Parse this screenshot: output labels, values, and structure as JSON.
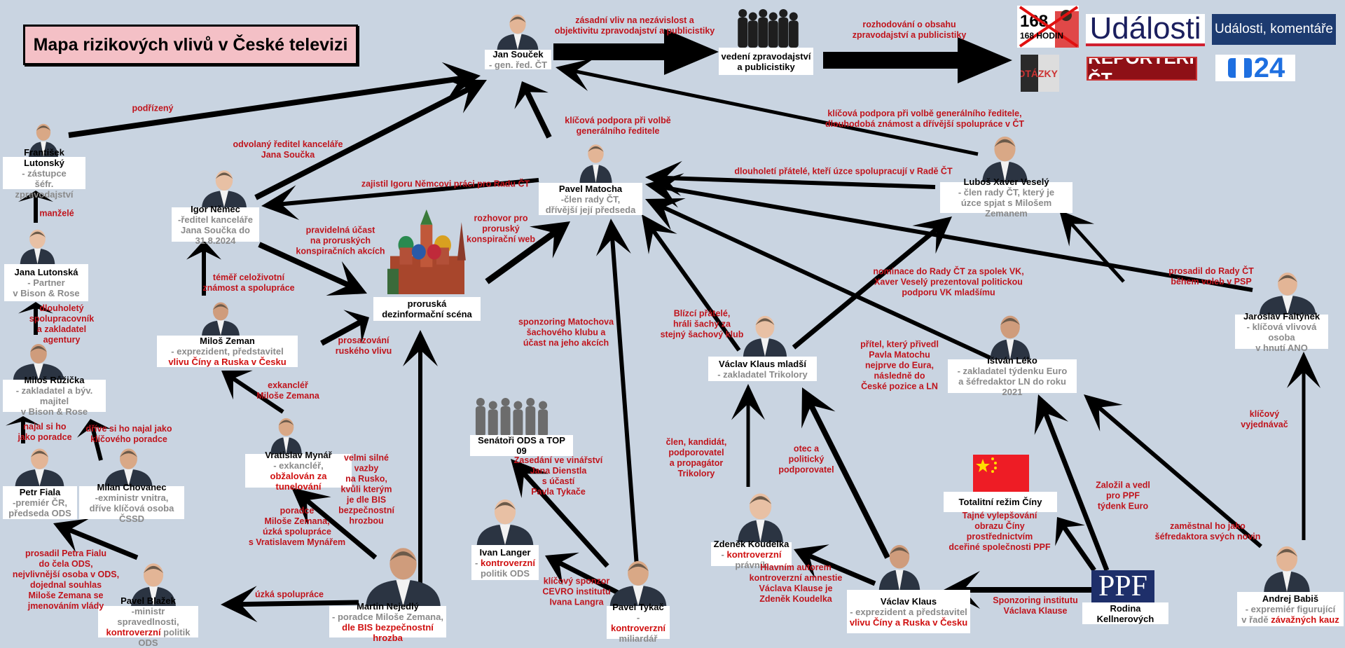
{
  "title": "Mapa rizikových vlivů v České televizi",
  "media": {
    "hodin_168": "168 HODIN",
    "udalosti": "Události",
    "udalosti_komentare": "Události, komentáře",
    "otazky": "OTÁZKY",
    "reporteri": "REPORTÉŘI ČT",
    "ct24": "24"
  },
  "ppf_logo": "PPF",
  "nodes": {
    "soucek": {
      "name": "Jan Souček",
      "lines": [
        [
          {
            "t": "- gen. řed. ČT",
            "c": "g"
          }
        ]
      ]
    },
    "vedeni": {
      "name": "vedení zpravodajství\na publicistiky",
      "lines": []
    },
    "flutonsky": {
      "name": "František Lutonský",
      "lines": [
        [
          {
            "t": "- zástupce",
            "c": "g"
          }
        ],
        [
          {
            "t": "šéfr. zpravodajství",
            "c": "g"
          }
        ]
      ]
    },
    "jlutonska": {
      "name": "Jana Lutonská",
      "lines": [
        [
          {
            "t": "- Partner",
            "c": "g"
          }
        ],
        [
          {
            "t": "v Bison & Rose",
            "c": "g"
          }
        ]
      ]
    },
    "ruzicka": {
      "name": "Miloš Růžička",
      "lines": [
        [
          {
            "t": "- zakladatel a býv. majitel",
            "c": "g"
          }
        ],
        [
          {
            "t": "v Bison & Rose",
            "c": "g"
          }
        ]
      ]
    },
    "fiala": {
      "name": "Petr Fiala",
      "lines": [
        [
          {
            "t": "-premiér ČR,",
            "c": "g"
          }
        ],
        [
          {
            "t": "předseda ODS",
            "c": "g"
          }
        ]
      ]
    },
    "chovanec": {
      "name": "Milan Chovanec",
      "lines": [
        [
          {
            "t": "-exministr vnitra,",
            "c": "g"
          }
        ],
        [
          {
            "t": "dříve klíčová osoba ČSSD",
            "c": "g"
          }
        ]
      ]
    },
    "nemec": {
      "name": "Igor Němec",
      "lines": [
        [
          {
            "t": "-ředitel kanceláře",
            "c": "g"
          }
        ],
        [
          {
            "t": "Jana Součka do 31.8.2024",
            "c": "g"
          }
        ]
      ]
    },
    "zeman": {
      "name": "Miloš Zeman",
      "lines": [
        [
          {
            "t": "- exprezident, představitel",
            "c": "g"
          }
        ],
        [
          {
            "t": "vlivu Číny a Ruska v Česku",
            "c": "r"
          }
        ]
      ]
    },
    "kreml": {
      "name": "proruská\ndezinformační scéna",
      "lines": []
    },
    "matocha": {
      "name": "Pavel Matocha",
      "lines": [
        [
          {
            "t": "-člen rady ČT,",
            "c": "g"
          }
        ],
        [
          {
            "t": "dřívější její předseda",
            "c": "g"
          }
        ]
      ]
    },
    "vesely": {
      "name": "Luboš Xaver Veselý",
      "lines": [
        [
          {
            "t": "- člen rady ČT, který je",
            "c": "g"
          }
        ],
        [
          {
            "t": "úzce spjat s Milošem Zemanem",
            "c": "g"
          }
        ]
      ]
    },
    "klausml": {
      "name": "Václav Klaus mladší",
      "lines": [
        [
          {
            "t": "- zakladatel Trikolory",
            "c": "g"
          }
        ]
      ]
    },
    "leko": {
      "name": "Ištván Léko",
      "lines": [
        [
          {
            "t": "- zakladatel týdenku Euro",
            "c": "g"
          }
        ],
        [
          {
            "t": "a šéfredaktor LN do roku 2021",
            "c": "g"
          }
        ]
      ]
    },
    "faltynek": {
      "name": "Jaroslav Faltýnek",
      "lines": [
        [
          {
            "t": "- klíčová vlivová osoba",
            "c": "g"
          }
        ],
        [
          {
            "t": "v hnutí ANO",
            "c": "g"
          }
        ]
      ]
    },
    "mynar": {
      "name": "Vratislav Mynář",
      "lines": [
        [
          {
            "t": "- exkancléř,",
            "c": "g"
          }
        ],
        [
          {
            "t": "obžalován za tunelování",
            "c": "r"
          }
        ]
      ]
    },
    "senatori": {
      "name": "Senátoři ODS a TOP 09",
      "lines": []
    },
    "langer": {
      "name": "Ivan Langer",
      "lines": [
        [
          {
            "t": "- ",
            "c": "g"
          },
          {
            "t": "kontroverzní",
            "c": "r"
          }
        ],
        [
          {
            "t": "politik ODS",
            "c": "g"
          }
        ]
      ]
    },
    "nejedly": {
      "name": "Martin Nejedlý",
      "lines": [
        [
          {
            "t": "- poradce Miloše Zemana,",
            "c": "g"
          }
        ],
        [
          {
            "t": "dle BIS bezpečnostní hrozba",
            "c": "r"
          }
        ]
      ]
    },
    "blazek": {
      "name": "Pavel Blažek",
      "lines": [
        [
          {
            "t": "-ministr spravedlnosti,",
            "c": "g"
          }
        ],
        [
          {
            "t": "kontroverzní",
            "c": "r"
          },
          {
            "t": " politik ODS",
            "c": "g"
          }
        ]
      ]
    },
    "tykac": {
      "name": "Pavel Tykač",
      "lines": [
        [
          {
            "t": "- ",
            "c": "g"
          },
          {
            "t": "kontroverzní",
            "c": "r"
          }
        ],
        [
          {
            "t": "miliardář",
            "c": "g"
          }
        ]
      ]
    },
    "koudelka": {
      "name": "Zdeněk Koudelka",
      "lines": [
        [
          {
            "t": "- ",
            "c": "g"
          },
          {
            "t": "kontroverzní",
            "c": "r"
          },
          {
            "t": " právník",
            "c": "g"
          }
        ]
      ]
    },
    "klaus": {
      "name": "Václav Klaus",
      "lines": [
        [
          {
            "t": "- exprezident a představitel",
            "c": "g"
          }
        ],
        [
          {
            "t": "vlivu Číny a Ruska v Česku",
            "c": "r"
          }
        ]
      ]
    },
    "cina": {
      "name": "Totalitní režim Číny",
      "lines": []
    },
    "ppf": {
      "name": "Rodina Kellnerových",
      "lines": []
    },
    "babis": {
      "name": "Andrej Babiš",
      "lines": [
        [
          {
            "t": "- expremiér figurující",
            "c": "g"
          }
        ],
        [
          {
            "t": "v řadě ",
            "c": "g"
          },
          {
            "t": "závažných kauz",
            "c": "r"
          }
        ]
      ]
    }
  },
  "edge_labels": [
    "zásadní vliv na nezávislost a\nobjektivitu zpravodajství a publicistiky",
    "rozhodování o obsahu\nzpravodajství a publicistiky",
    "podřízený",
    "odvolaný ředitel kanceláře\nJana Součka",
    "klíčová podpora při volbě\ngenerálního ředitele",
    "klíčová podpora při volbě generálního ředitele,\ndlouhodobá známost a dřívější spolupráce v ČT",
    "zajistil Igoru Němcovi práci pro Radu ČT",
    "dlouholetí přátelé, kteří úzce spolupracují v Radě ČT",
    "manželé",
    "pravidelná účast\nna proruských\nkonspiračních akcích",
    "rozhovor pro\nproruský\nkonspirační web",
    "téměř celoživotní\nznámost a spolupráce",
    "dlouholetý\nspolupracovník\na zakladatel\nagentury",
    "prosazování\nruského vlivu",
    "sponzoring Matochova\nšachového klubu a\núčast na jeho akcích",
    "Blízcí přátelé,\nhráli šachy za\nstejný šachový klub",
    "nominace do Rady ČT za spolek VK,\nXaver Veselý prezentoval politickou\npodporu VK mladšímu",
    "prosadil do Rady ČT\nběhem voleb v PSP",
    "přítel, který přivedl\nPavla Matochu\nnejprve do Eura,\nnásledně do\nČeské pozice a LN",
    "exkancléř\nMiloše Zemana",
    "najal si ho\njako poradce",
    "dříve si ho najal jako\nklíčového poradce",
    "klíčový\nvyjednávač",
    "člen, kandidát,\npodporovatel\na propagátor\nTrikolory",
    "otec a\npolitický\npodporovatel",
    "Založil a vedl\npro PPF\ntýdenk Euro",
    "velmi silné\nvazby\nna Rusko,\nkvůli kterým\nje dle BIS\nbezpečnostní\nhrozbou",
    "Zasedání ve vinářství\nJana Dienstla\ns účastí\nPavla Tykače",
    "poradce\nMiloše Zemana,\núzká spolupráce\ns Vratislavem Mynářem",
    "Tajné vylepšování\nobrazu Číny\nprostřednictvím\ndceřiné společnosti PPF",
    "zaměstnal ho jako\nšéfredaktora svých novin",
    "prosadil Petra Fialu\ndo čela ODS,\nnejvlivnější osoba v ODS,\ndojednal souhlas\nMiloše Zemana se\njmenováním vlády",
    "úzká spolupráce",
    "klíčový sponzor\nCEVRO institutu\nIvana Langra",
    "Hlavním autorem\nkontroverzní amnestie\nVáclava Klause je\nZdeněk Koudelka",
    "Sponzoring institutu\nVáclava Klause"
  ],
  "colors": {
    "background": "#c9d4e1",
    "label_red": "#c0141c",
    "subtitle_gray": "#8a8a8a",
    "title_pink": "#f4c0c6"
  }
}
